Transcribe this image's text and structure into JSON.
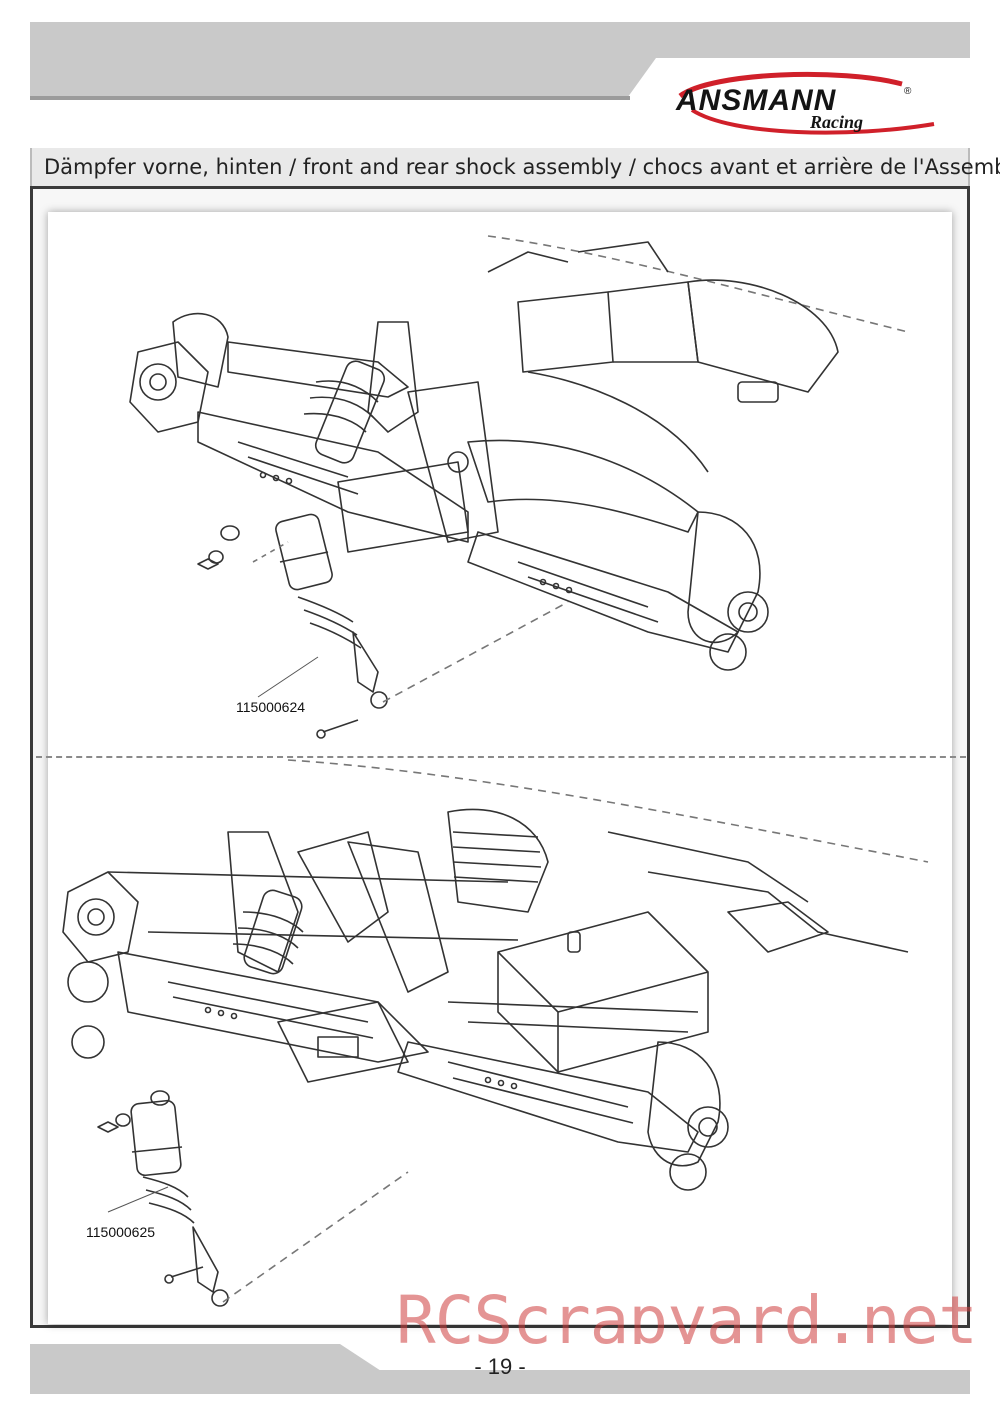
{
  "header": {
    "brand": "ANSMANN",
    "brand_sub": "Racing",
    "registered_mark": "®"
  },
  "title": "Dämpfer vorne, hinten / front and rear shock assembly /  chocs avant et arrière de l'Assemblée",
  "figures": {
    "front": {
      "part_number": "115000624"
    },
    "rear": {
      "part_number": "115000625"
    }
  },
  "footer": {
    "page_number": "- 19 -"
  },
  "watermark": "RCScrapyard.net",
  "colors": {
    "band_gray": "#c9c9c9",
    "logo_red": "#d0202a",
    "line_art": "#333333",
    "watermark": "#cd3c3c"
  }
}
